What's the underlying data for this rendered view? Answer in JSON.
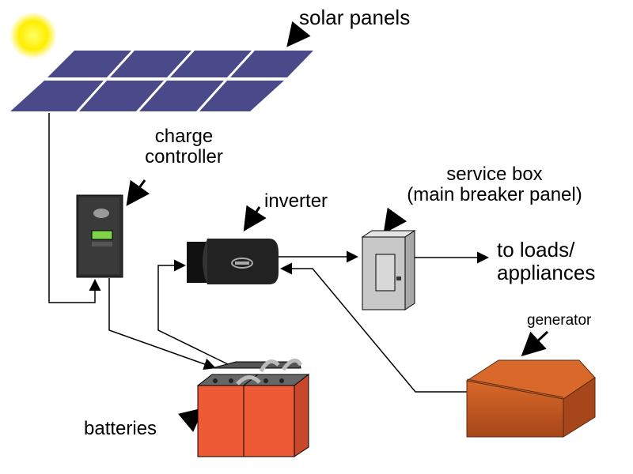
{
  "labels": {
    "solar_panels": "solar panels",
    "charge_controller_line1": "charge",
    "charge_controller_line2": "controller",
    "inverter": "inverter",
    "service_box_line1": "service box",
    "service_box_line2": "(main breaker panel)",
    "to_loads_line1": "to loads/",
    "to_loads_line2": "appliances",
    "generator": "generator",
    "batteries": "batteries"
  },
  "colors": {
    "sun": "#ffee00",
    "panel_cell": "#4a4a8a",
    "panel_frame": "#ffffff",
    "controller_body": "#2d2d2d",
    "controller_display": "#7fd24a",
    "inverter_body": "#222222",
    "service_box": "#c8c8c8",
    "generator": "#c0551c",
    "battery": "#ee5a36",
    "wire": "#000000"
  },
  "icons": {
    "sun": "sun-icon",
    "solar_panel": "solar-panel-icon",
    "charge_controller": "charge-controller-icon",
    "inverter": "inverter-icon",
    "service_box": "service-box-icon",
    "generator": "generator-icon",
    "batteries": "battery-icon"
  }
}
